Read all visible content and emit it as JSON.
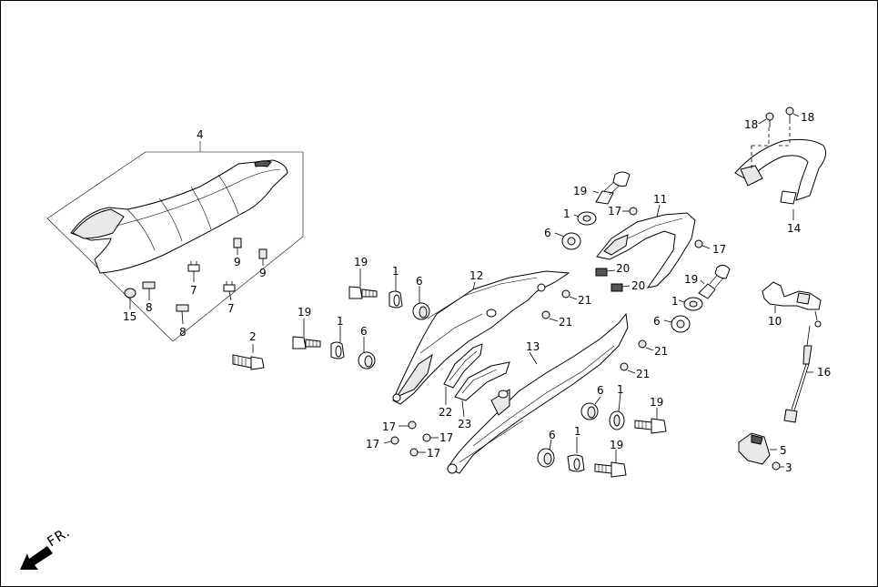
{
  "labels": {
    "l1a": "1",
    "l1b": "1",
    "l1c": "1",
    "l1d": "1",
    "l1e": "1",
    "l2": "2",
    "l3": "3",
    "l4": "4",
    "l5": "5",
    "l6a": "6",
    "l6b": "6",
    "l6c": "6",
    "l6d": "6",
    "l6e": "6",
    "l7a": "7",
    "l7b": "7",
    "l8a": "8",
    "l8b": "8",
    "l9a": "9",
    "l9b": "9",
    "l10": "10",
    "l11": "11",
    "l12": "12",
    "l13": "13",
    "l14": "14",
    "l15": "15",
    "l16": "16",
    "l17a": "17",
    "l17b": "17",
    "l17c": "17",
    "l17d": "17",
    "l17e": "17",
    "l17f": "17",
    "l18a": "18",
    "l18b": "18",
    "l19a": "19",
    "l19b": "19",
    "l19c": "19",
    "l19d": "19",
    "l19e": "19",
    "l19f": "19",
    "l20a": "20",
    "l20b": "20",
    "l21a": "21",
    "l21b": "21",
    "l21c": "21",
    "l21d": "21",
    "l22": "22",
    "l23": "23"
  },
  "direction": "FR."
}
